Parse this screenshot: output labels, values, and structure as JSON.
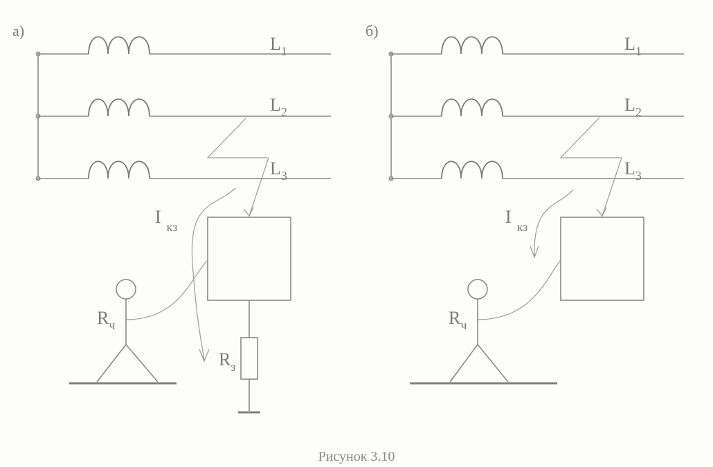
{
  "panels": [
    {
      "tag": "а)",
      "lines": [
        {
          "letter": "L",
          "sub": "1"
        },
        {
          "letter": "L",
          "sub": "2"
        },
        {
          "letter": "L",
          "sub": "3"
        }
      ],
      "current": {
        "letter": "I",
        "sub": "кз"
      },
      "person_resistance": {
        "letter": "R",
        "sub": "ч"
      },
      "earth_resistance": {
        "letter": "R",
        "sub": "з"
      }
    },
    {
      "tag": "б)",
      "lines": [
        {
          "letter": "L",
          "sub": "1"
        },
        {
          "letter": "L",
          "sub": "2"
        },
        {
          "letter": "L",
          "sub": "3"
        }
      ],
      "current": {
        "letter": "I",
        "sub": "кз"
      },
      "person_resistance": {
        "letter": "R",
        "sub": "ч"
      }
    }
  ],
  "caption": "Рисунок 3.10"
}
